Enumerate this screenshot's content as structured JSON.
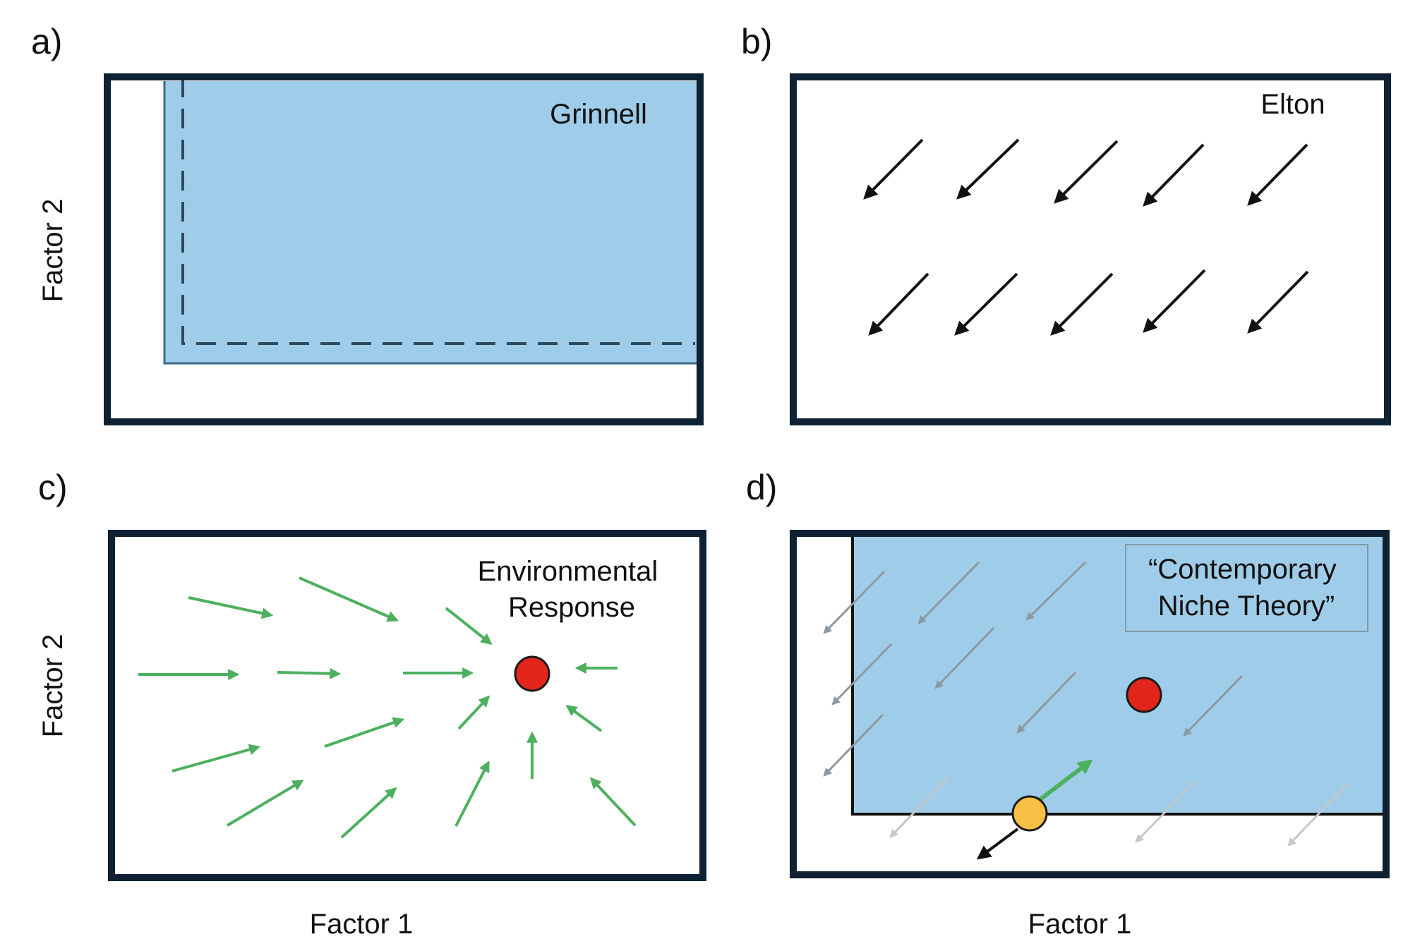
{
  "colors": {
    "frame": "#0f2233",
    "niche_fill": "#9fcde9",
    "niche_edge": "#3b6a8c",
    "dashed": "#2e4a5e",
    "black_arrow": "#111111",
    "green_arrow": "#4cb05e",
    "grey_arrow": "#8e989f",
    "light_arrow": "#c2c8cc",
    "red_point": "#e2261c",
    "yellow_point": "#f5c043",
    "label_box": "#7f9aa8"
  },
  "panels": [
    {
      "letter": "a)",
      "title": "Grinnell",
      "x_label": "",
      "y_label": "Factor 2"
    },
    {
      "letter": "b)",
      "title": "Elton",
      "x_label": "",
      "y_label": ""
    },
    {
      "letter": "c)",
      "title_lines": [
        "Environmental",
        "Response"
      ],
      "x_label": "Factor 1",
      "y_label": "Factor 2"
    },
    {
      "letter": "d)",
      "title_lines": [
        "“Contemporary",
        "Niche Theory”"
      ],
      "x_label": "Factor 1",
      "y_label": ""
    }
  ]
}
